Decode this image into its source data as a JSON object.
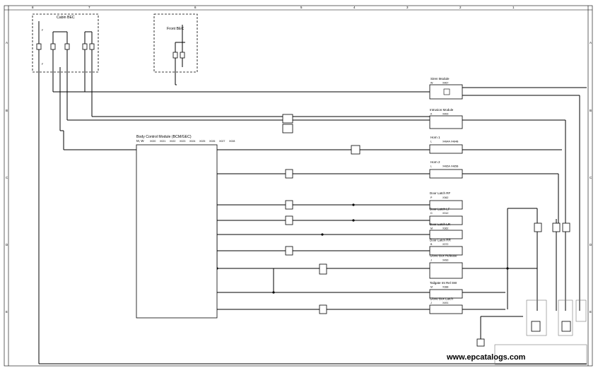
{
  "zones": {
    "columns": [
      "8",
      "7",
      "6",
      "5",
      "4",
      "3",
      "2",
      "1"
    ],
    "rows": [
      "A",
      "B",
      "C",
      "D",
      "E"
    ]
  },
  "fuse_boxes": [
    {
      "id": "cabin",
      "label": "Cabin BEC"
    },
    {
      "id": "front",
      "label": "Front BEC"
    }
  ],
  "bcm": {
    "label": "Body Control Module (BCM/GEC)",
    "code": "M, W",
    "connectors": [
      "X020",
      "X021",
      "X022",
      "X023",
      "X024",
      "X025",
      "X026",
      "X027",
      "X028"
    ]
  },
  "modules": [
    {
      "id": "siren",
      "name": "Siren Module",
      "letter": "W",
      "connector": "X467"
    },
    {
      "id": "intrusion",
      "name": "Intrusion Module",
      "letter": "K",
      "connector": "X400"
    },
    {
      "id": "horn1",
      "name": "Horn 1",
      "letter": "L",
      "connector": "X484A X484B"
    },
    {
      "id": "horn2",
      "name": "Horn 2",
      "letter": "L",
      "connector": "X485A X485B"
    },
    {
      "id": "latch_rf",
      "name": "Door Latch RF",
      "letter": "P",
      "connector": "X362"
    },
    {
      "id": "latch_lf",
      "name": "Door Latch LF",
      "letter": "D",
      "connector": "X312"
    },
    {
      "id": "latch_lr",
      "name": "Door Latch LR",
      "letter": "M",
      "connector": "X362"
    },
    {
      "id": "latch_rr",
      "name": "Door Latch RR",
      "letter": "B",
      "connector": "X372"
    },
    {
      "id": "glovebox_release",
      "name": "Glove Box Release",
      "letter": "J",
      "connector": "X490"
    },
    {
      "id": "tailgate",
      "name": "Tailgate Int Rel SW",
      "letter": "M",
      "connector": "X388"
    },
    {
      "id": "glovebox_latch",
      "name": "Glove Box Latch",
      "letter": "J",
      "connector": "X491"
    }
  ],
  "watermark": "www.epcatalogs.com",
  "colors": {
    "wire": "#000000",
    "background": "#ffffff",
    "ground_box": "#777777"
  },
  "icons": [
    "fuse-icon",
    "relay-icon",
    "ground-symbol-icon",
    "splice-icon"
  ]
}
